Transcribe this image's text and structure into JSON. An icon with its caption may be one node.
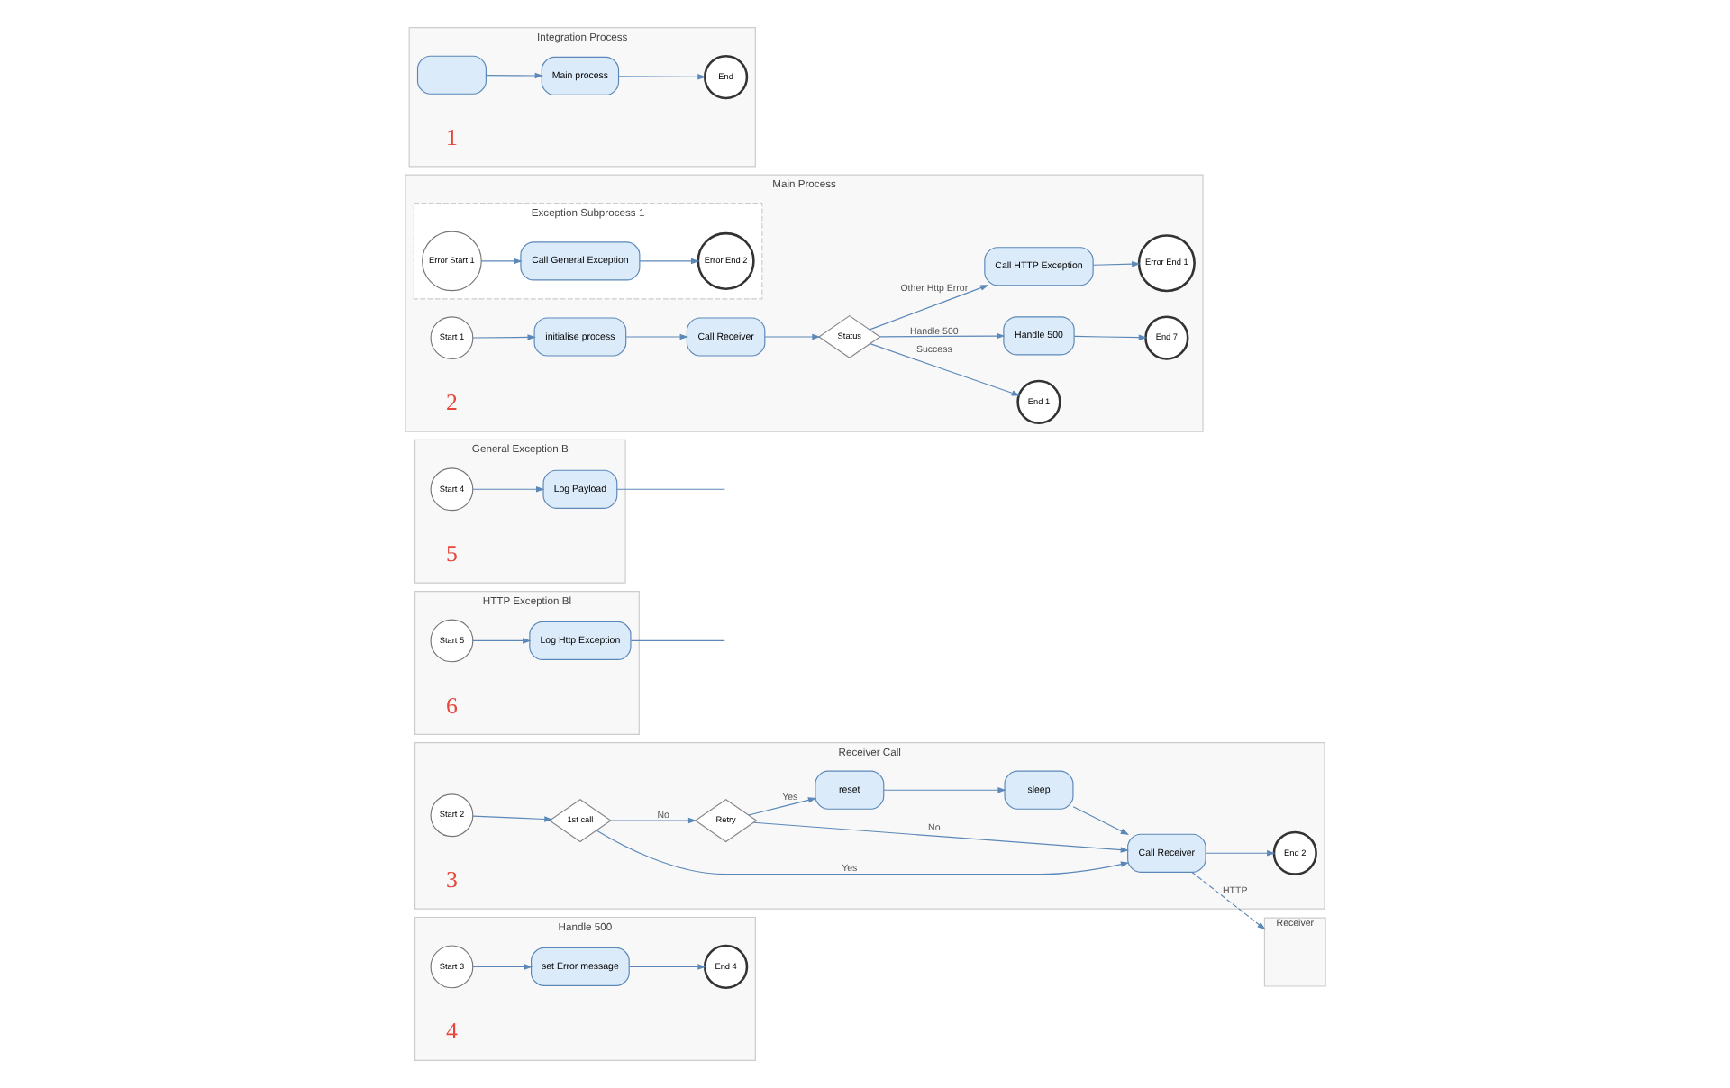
{
  "diagram": {
    "nodes": [
      {
        "text": [
          "Integration Process"
        ]
      },
      {
        "text": [],
        "shape": "box",
        "in": 0
      },
      {
        "text": [
          "Main process"
        ],
        "in": 0
      },
      {
        "text": [
          "End"
        ],
        "in": 0
      },
      {
        "text": [
          "Main Process"
        ]
      },
      {
        "text": [
          "Start 1"
        ],
        "in": 4
      },
      {
        "text": [
          "initialise process"
        ],
        "in": 4
      },
      {
        "text": [
          "Call Receiver"
        ],
        "in": 4
      },
      {
        "text": [
          "Status"
        ],
        "in": 4
      },
      {
        "text": [
          "End 1"
        ],
        "in": 4
      },
      {
        "text": [
          "Handle 500"
        ],
        "in": 4
      },
      {
        "text": [
          "End 7"
        ],
        "in": 4
      },
      {
        "text": [
          "Call HTTP Exception"
        ],
        "in": 4
      },
      {
        "text": [
          "Error End 1"
        ],
        "in": 4
      },
      {
        "text": [
          "Exception Subprocess 1"
        ],
        "in": 4
      },
      {
        "text": [
          "Error Start 1"
        ],
        "in": 14
      },
      {
        "text": [
          "Call General Exception"
        ],
        "in": 14
      },
      {
        "text": [
          "Error End 2"
        ],
        "in": 14
      },
      {
        "text": [
          "General Exception B"
        ]
      },
      {
        "text": [
          "Start 4"
        ],
        "in": 18
      },
      {
        "text": [
          "Log Payload"
        ],
        "in": 18
      },
      {
        "text": [
          "HTTP Exception Bl"
        ]
      },
      {
        "text": [
          "Start 5"
        ],
        "in": 21
      },
      {
        "text": [
          "Log Http Exception"
        ],
        "in": 21
      },
      {
        "text": [
          "Receiver Call"
        ]
      },
      {
        "text": [
          "Start 2"
        ],
        "in": 24
      },
      {
        "text": [
          "1st call"
        ],
        "in": 24
      },
      {
        "text": [
          "Call Receiver"
        ],
        "in": 24
      },
      {
        "text": [
          "Retry"
        ],
        "in": 24
      },
      {
        "text": [
          "reset"
        ],
        "in": 24
      },
      {
        "text": [
          "sleep"
        ],
        "in": 24
      },
      {
        "text": [
          "End 2"
        ],
        "in": 24
      },
      {
        "text": [
          "Receiver"
        ]
      },
      {
        "text": [
          "Handle 500"
        ]
      },
      {
        "text": [
          "Start 3"
        ],
        "in": 33
      },
      {
        "text": [
          "set Error message"
        ],
        "in": 33
      },
      {
        "text": [
          "End 4"
        ],
        "in": 33
      }
    ],
    "edges": [
      {
        "from": 1,
        "to": 2,
        "arrow": "to"
      },
      {
        "from": 2,
        "to": 3,
        "arrow": "to"
      },
      {
        "from": 5,
        "to": 6,
        "arrow": "to"
      },
      {
        "from": 6,
        "to": 7,
        "arrow": "to"
      },
      {
        "from": 7,
        "to": 8,
        "arrow": "to"
      },
      {
        "from": 8,
        "to": 9,
        "arrow": "to",
        "label": "Success"
      },
      {
        "from": 8,
        "to": 10,
        "arrow": "to",
        "label": "Handle 500"
      },
      {
        "from": 8,
        "to": 12,
        "arrow": "to",
        "label": "Other Http Error"
      },
      {
        "from": 10,
        "to": 11,
        "arrow": "to"
      },
      {
        "from": 12,
        "to": 13,
        "arrow": "to"
      },
      {
        "from": 15,
        "to": 16,
        "arrow": "to"
      },
      {
        "from": 16,
        "to": 17,
        "arrow": "to"
      },
      {
        "from": 19,
        "to": 20,
        "arrow": "to"
      },
      {
        "from": 20,
        "to": null,
        "arrow": "none"
      },
      {
        "from": 22,
        "to": 23,
        "arrow": "to"
      },
      {
        "from": 23,
        "to": null,
        "arrow": "none"
      },
      {
        "from": 25,
        "to": 26,
        "arrow": "to"
      },
      {
        "from": 26,
        "to": 27,
        "arrow": "to",
        "label": "Yes"
      },
      {
        "from": 26,
        "to": 28,
        "arrow": "to",
        "label": "No"
      },
      {
        "from": 28,
        "to": 27,
        "arrow": "to",
        "label": "No"
      },
      {
        "from": 28,
        "to": 29,
        "arrow": "to",
        "label": "Yes"
      },
      {
        "from": 29,
        "to": 30,
        "arrow": "to"
      },
      {
        "from": 30,
        "to": 27,
        "arrow": "to"
      },
      {
        "from": 27,
        "to": 31,
        "arrow": "to"
      },
      {
        "from": 27,
        "to": 32,
        "arrow": "to",
        "label": "HTTP",
        "style": "dashed"
      },
      {
        "from": 34,
        "to": 35,
        "arrow": "to"
      },
      {
        "from": 35,
        "to": 36,
        "arrow": "to"
      }
    ],
    "labels": [
      "1",
      "2",
      "5",
      "6",
      "3",
      "4"
    ]
  }
}
